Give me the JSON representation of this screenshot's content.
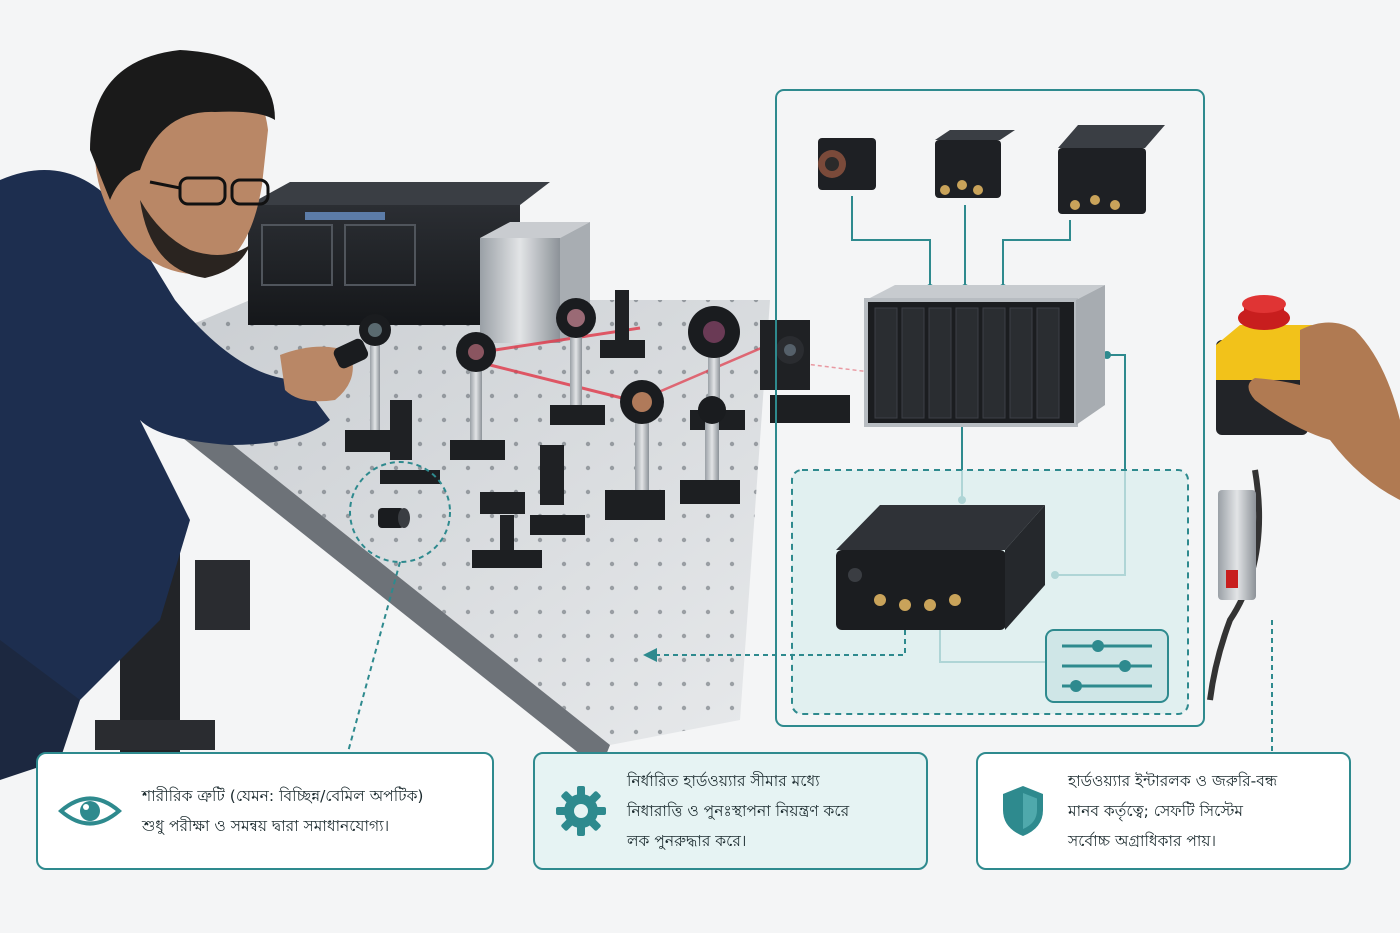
{
  "colors": {
    "accent": "#2e8a8e",
    "card_border": "#2e8a8e",
    "card_tint": "#e6f3f3",
    "laser": "#e04050",
    "estop": "#c81e1e",
    "estop_housing": "#f2c21a",
    "shirt": "#1d2e4f"
  },
  "icons": {
    "card_1": "eye-icon",
    "card_2": "gear-icon",
    "card_3": "shield-icon",
    "controls": "sliders-icon"
  },
  "cards": [
    {
      "lines": [
        "শারীরিক ত্রুটি (যেমন: বিচ্ছিন্ন/বেমিল অপটিক)",
        "শুধু পরীক্ষা ও সমন্বয় দ্বারা সমাধানযোগ্য।"
      ]
    },
    {
      "lines": [
        "নির্ধারিত হার্ডওয়্যার সীমার মধ্যে",
        "নিধারাত্তি ও পুনঃস্থাপনা নিয়ন্ত্রণ করে",
        "লক পুনরুদ্ধার করে।"
      ]
    },
    {
      "lines": [
        "হার্ডওয়্যার ইন্টারলক ও জরুরি-বন্ধ",
        "মানব কর্তৃত্বে; সেফটি সিস্টেম",
        "সর্বোচ্চ অগ্রাধিকার পায়।"
      ]
    }
  ]
}
